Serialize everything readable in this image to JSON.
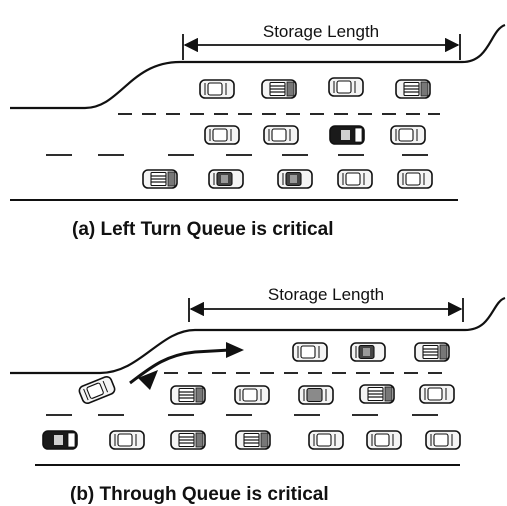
{
  "panels": [
    {
      "id": "a",
      "storage_label": "Storage Length",
      "caption": "(a) Left Turn Queue is critical"
    },
    {
      "id": "b",
      "storage_label": "Storage Length",
      "caption": "(b) Through Queue is critical"
    }
  ],
  "colors": {
    "ink": "#111111",
    "car_body": "#f2f2f2",
    "car_gray": "#8a8a8a",
    "car_dark": "#3a3a3a",
    "car_black": "#111111"
  }
}
